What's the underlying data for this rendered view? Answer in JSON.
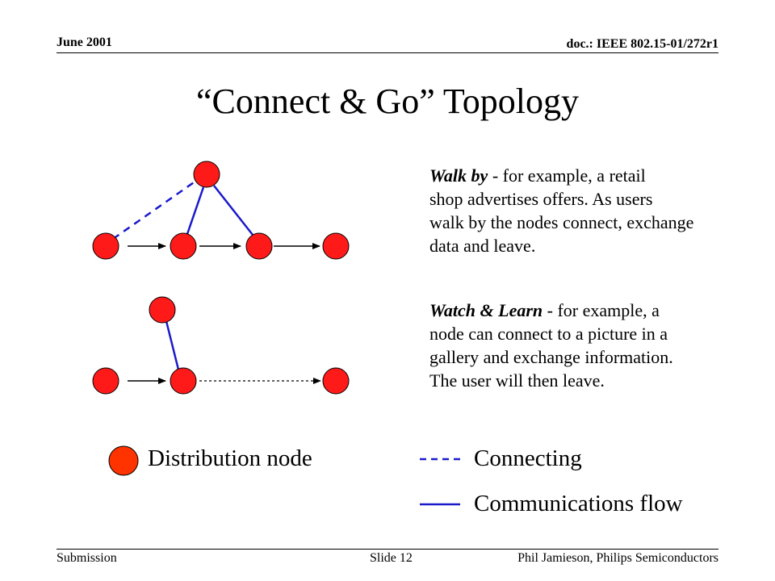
{
  "header": {
    "date": "June 2001",
    "doc_id": "doc.: IEEE 802.15-01/272r1"
  },
  "title": "“Connect & Go” Topology",
  "walk_by": {
    "lead": "Walk by",
    "separator": " - ",
    "lines": [
      "for example, a retail",
      "shop advertises offers.  As users",
      "walk by the nodes connect, exchange",
      "data and leave."
    ]
  },
  "watch_learn": {
    "lead": "Watch & Learn",
    "separator": " - ",
    "lines": [
      "for example, a",
      "node can connect to a picture in a",
      "gallery and exchange information.",
      "The user will then leave."
    ]
  },
  "legend": {
    "node_label": "Distribution node",
    "connecting_label": "Connecting",
    "flow_label": "Communications flow"
  },
  "footer": {
    "left": "Submission",
    "center": "Slide 12",
    "right": "Phil Jamieson, Philips Semiconductors"
  },
  "colors": {
    "node_fill": "#ff1a1a",
    "legend_node_fill": "#ff3300",
    "link": "#1a1acc"
  }
}
